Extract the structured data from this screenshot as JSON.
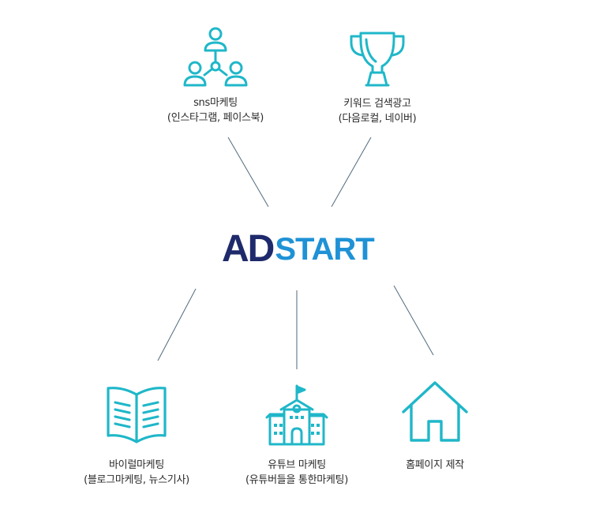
{
  "logo": {
    "ad_text": "AD",
    "start_text": "START"
  },
  "nodes": [
    {
      "line1": "sns마케팅",
      "line2": "(인스타그램, 페이스북)",
      "icon": "people-network-icon"
    },
    {
      "line1": "키워드 검색광고",
      "line2": "(다음로컬, 네이버)",
      "icon": "trophy-icon"
    },
    {
      "line1": "바이럴마케팅",
      "line2": "(블로그마케팅, 뉴스기사)",
      "icon": "open-book-icon"
    },
    {
      "line1": "유튜브 마케팅",
      "line2": "(유튜버들을 통한마케팅)",
      "icon": "school-building-icon"
    },
    {
      "line1": "홈페이지 제작",
      "line2": "",
      "icon": "house-icon"
    }
  ],
  "colors": {
    "icon": "#1fb7c9",
    "connector": "#4f6a7e",
    "logo_dark": "#1e2a6b",
    "logo_blue": "#1f92d6"
  }
}
